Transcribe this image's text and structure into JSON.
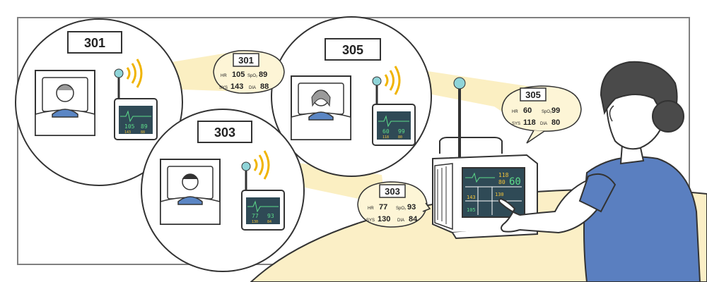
{
  "rooms": [
    {
      "id": "301",
      "label": "301",
      "bubble": {
        "room": "301",
        "hr_label": "HR",
        "hr": "105",
        "spo2_label": "SpO₂",
        "spo2": "89",
        "sys_label": "SYS",
        "sys": "143",
        "dia_label": "DIA",
        "dia": "88"
      },
      "monitor": {
        "a": "105",
        "b": "89",
        "c": "143",
        "d": "88"
      }
    },
    {
      "id": "303",
      "label": "303",
      "bubble": {
        "room": "303",
        "hr_label": "HR",
        "hr": "77",
        "spo2_label": "SpO₂",
        "spo2": "93",
        "sys_label": "SYS",
        "sys": "130",
        "dia_label": "DIA",
        "dia": "84"
      },
      "monitor": {
        "a": "77",
        "b": "93",
        "c": "130",
        "d": "84"
      }
    },
    {
      "id": "305",
      "label": "305",
      "bubble": {
        "room": "305",
        "hr_label": "HR",
        "hr": "60",
        "spo2_label": "SpO₂",
        "spo2": "99",
        "sys_label": "SYS",
        "sys": "118",
        "dia_label": "DIA",
        "dia": "80"
      },
      "monitor": {
        "a": "60",
        "b": "99",
        "c": "118",
        "d": "80"
      }
    }
  ],
  "central_monitor": {
    "v1": "118",
    "v2": "60",
    "v3": "80",
    "v4": "143",
    "v5": "130",
    "v6": "105"
  },
  "colors": {
    "outline": "#333333",
    "beam": "#fbefc2",
    "desk": "#fbefc6",
    "bubble_fill": "#fdf5d6",
    "signal": "#f0b400",
    "antenna_glow": "#8fd4d8",
    "screen": "#2f4a56",
    "screen_green": "#5ddc8a",
    "screen_yellow": "#f2c33a",
    "patient_shirt": "#5b86c4",
    "nurse_uniform": "#5a7fc0",
    "nurse_hair": "#4a4a4a"
  }
}
